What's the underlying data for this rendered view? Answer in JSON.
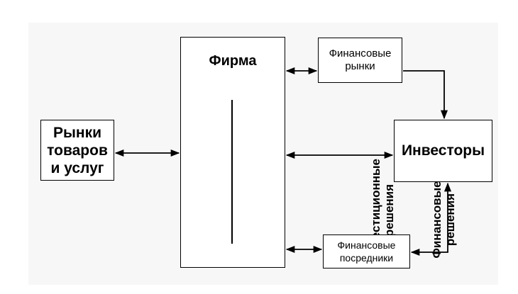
{
  "diagram": {
    "markets": "Рынки\nтоваров\nи услуг",
    "firm": {
      "title": "Фирма",
      "investment_decisions": "Инвестиционные\nрешения",
      "financial_decisions": "Финансовые\nрешения"
    },
    "financial_markets": "Финансовые\nрынки",
    "investors": "Инвесторы",
    "financial_intermediaries": "Финансовые\nпосредники"
  },
  "colors": {
    "line": "#000000",
    "box_fill": "#ffffff",
    "frame": "#f7f7f7"
  }
}
